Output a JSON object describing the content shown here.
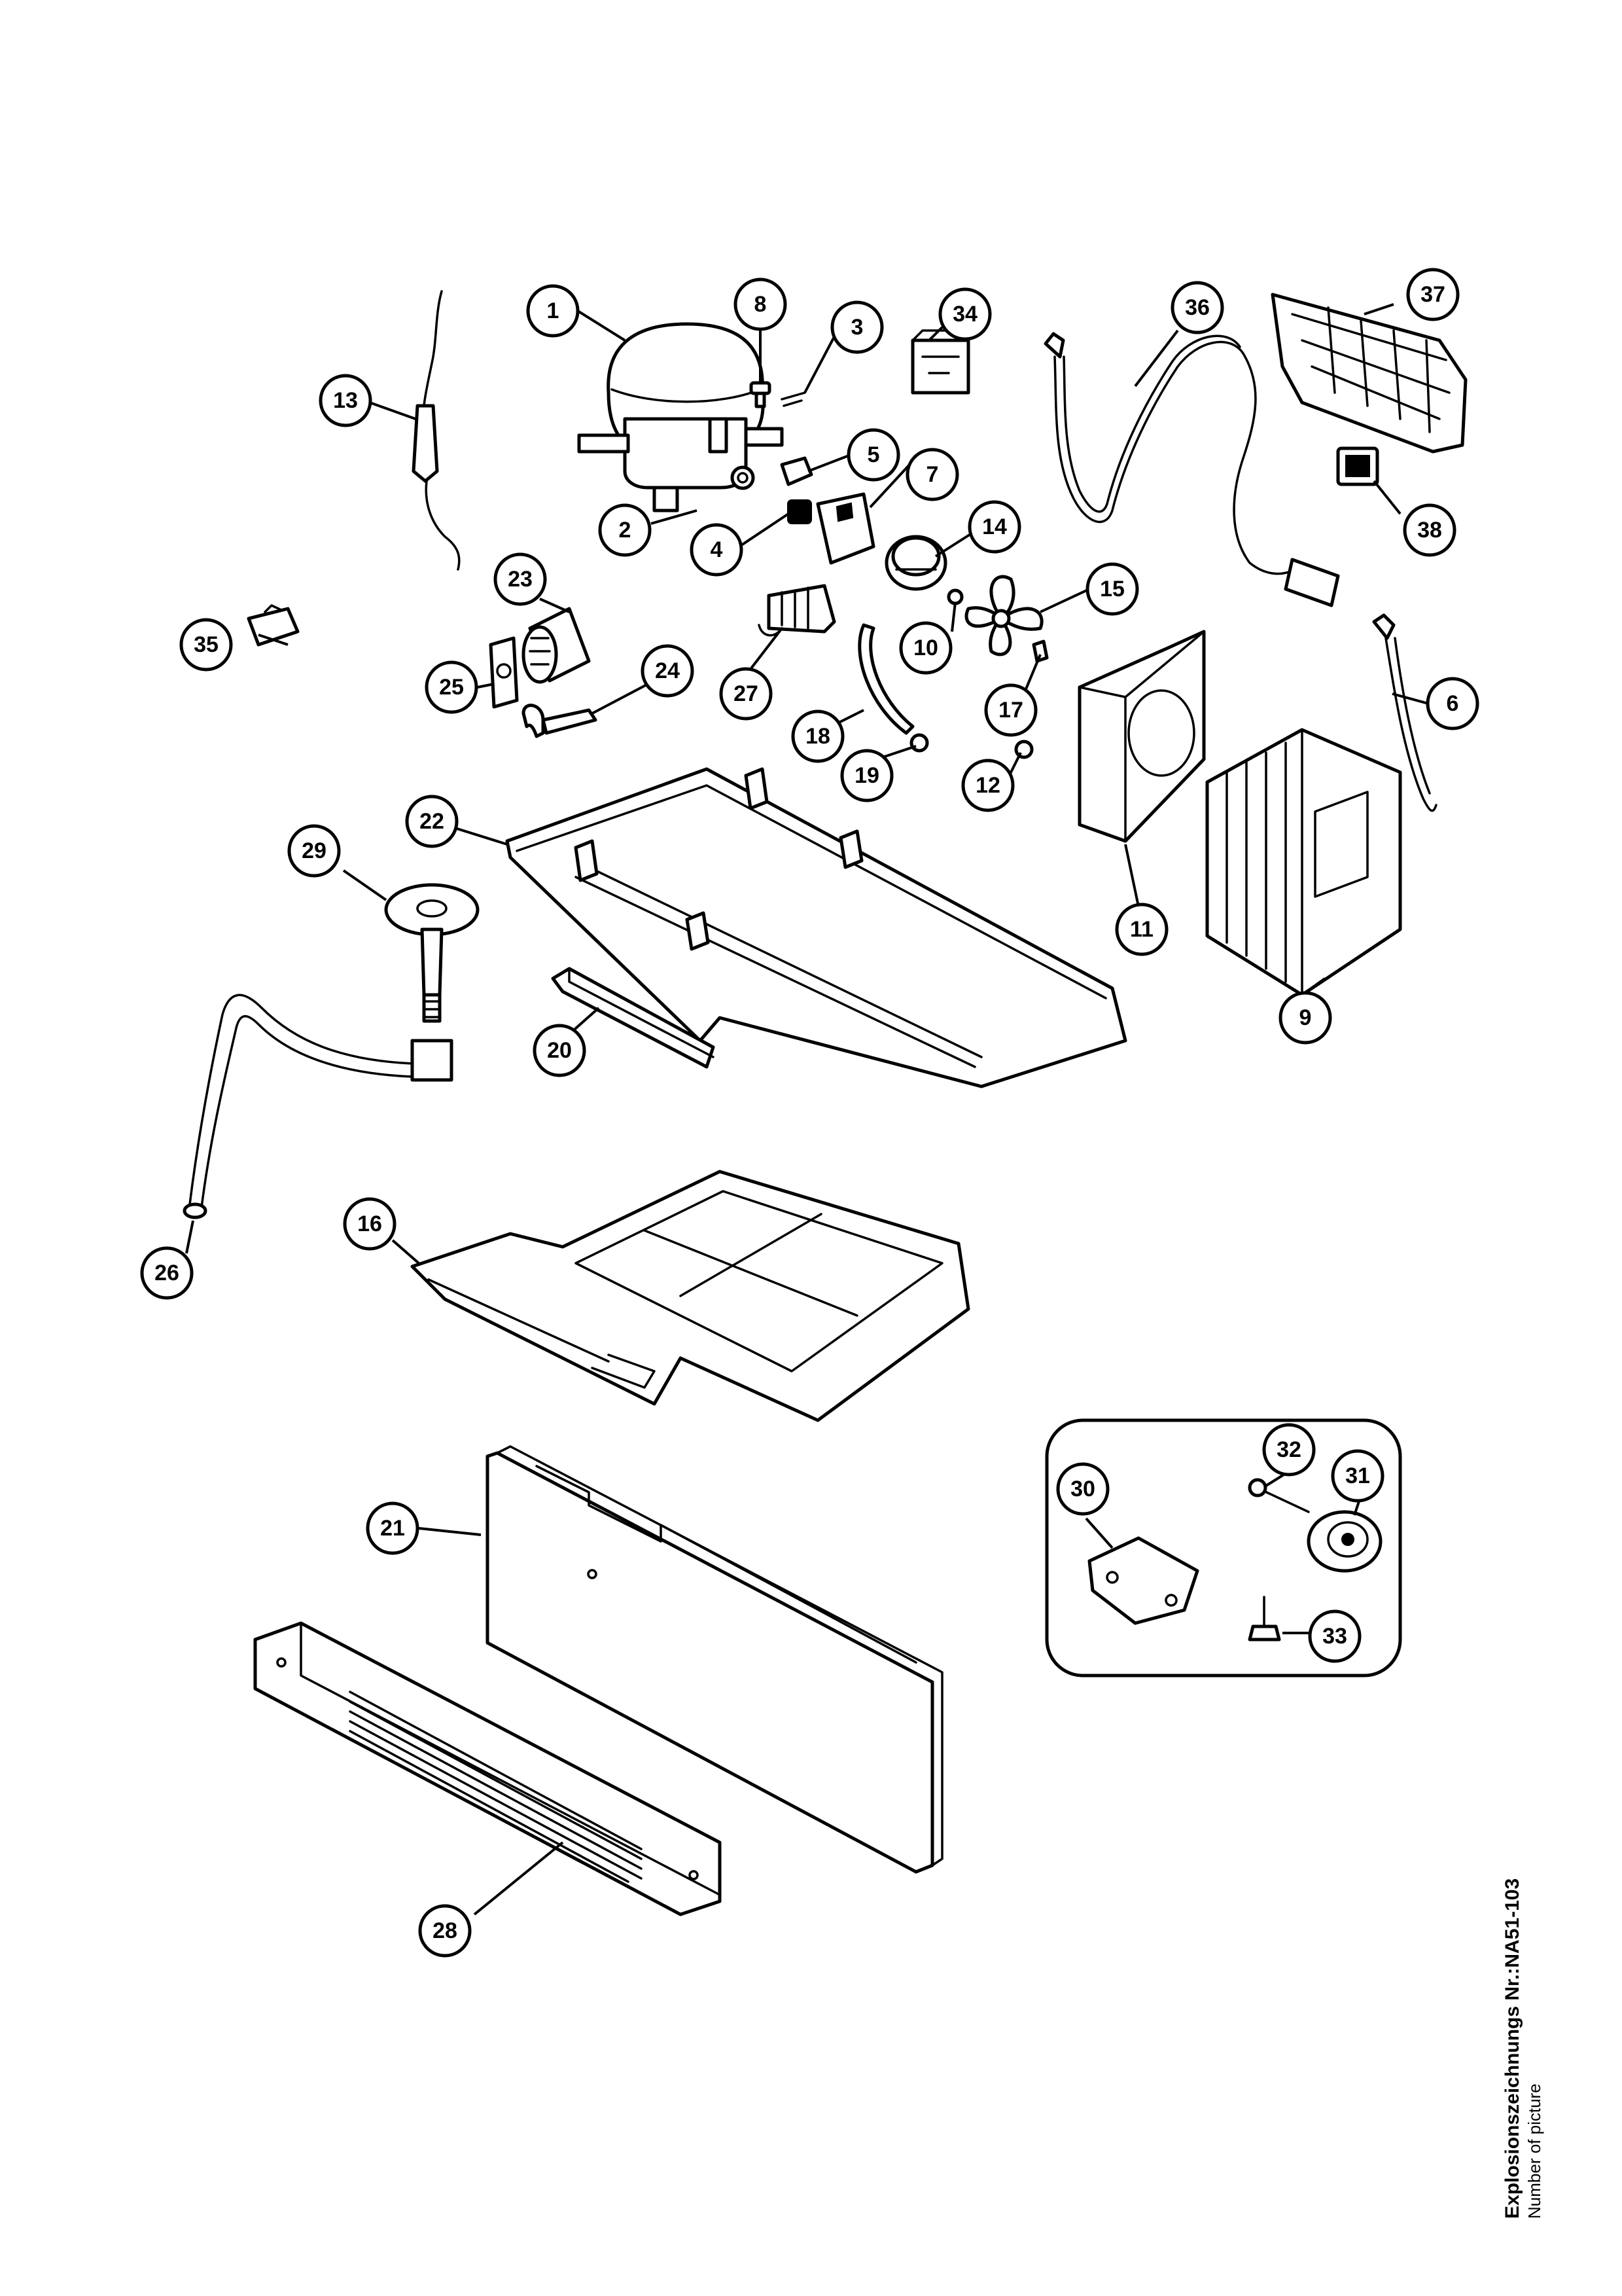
{
  "drawing_caption": {
    "title": "Explosionszeichnungs Nr.:NA51-103",
    "subtitle": "Number of picture"
  },
  "callouts": {
    "c1": "1",
    "c2": "2",
    "c3": "3",
    "c4": "4",
    "c5": "5",
    "c6": "6",
    "c7": "7",
    "c8": "8",
    "c9": "9",
    "c10": "10",
    "c11": "11",
    "c12": "12",
    "c13": "13",
    "c14": "14",
    "c15": "15",
    "c16": "16",
    "c17": "17",
    "c18": "18",
    "c19": "19",
    "c20": "20",
    "c21": "21",
    "c22": "22",
    "c23": "23",
    "c24": "24",
    "c25": "25",
    "c26": "26",
    "c27": "27",
    "c28": "28",
    "c29": "29",
    "c30": "30",
    "c31": "31",
    "c32": "32",
    "c33": "33",
    "c34": "34",
    "c35": "35",
    "c36": "36",
    "c37": "37",
    "c38": "38"
  }
}
